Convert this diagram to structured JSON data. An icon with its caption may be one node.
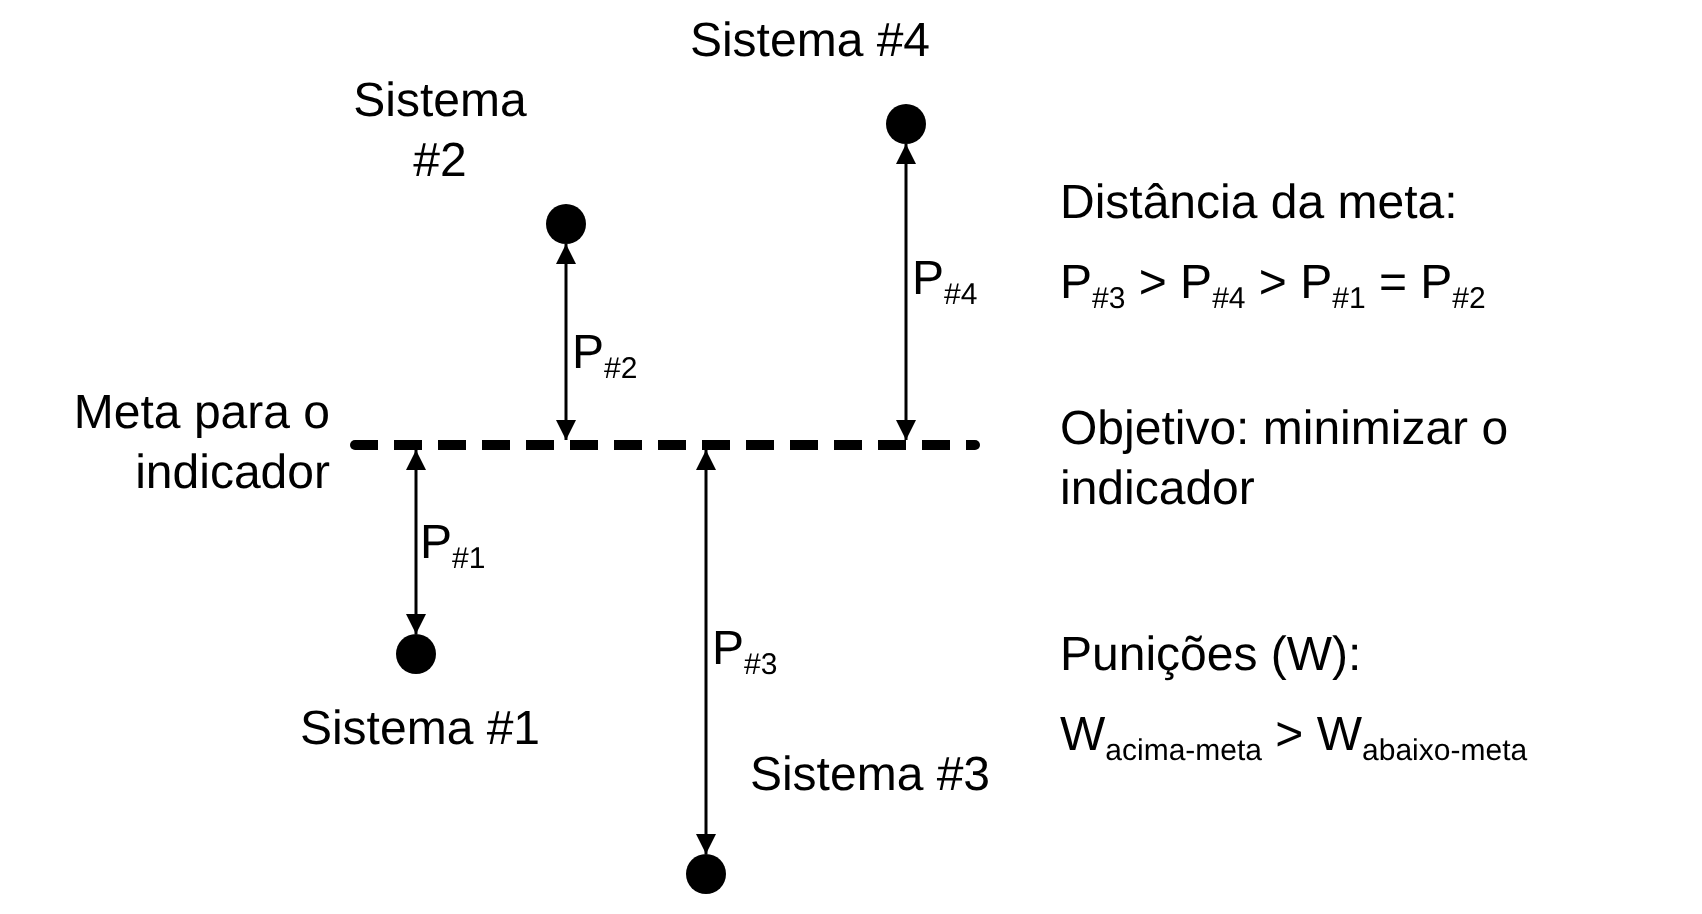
{
  "diagram": {
    "nodes": [
      {
        "text": [],
        "shape": "bar",
        "beside": [
          "Meta para o indicador"
        ]
      },
      {
        "text": [],
        "shape": "circle",
        "beside": [
          "Sistema #1"
        ]
      },
      {
        "text": [],
        "shape": "circle",
        "beside": [
          "Sistema #2"
        ]
      },
      {
        "text": [],
        "shape": "circle",
        "beside": [
          "Sistema #3"
        ]
      },
      {
        "text": [],
        "shape": "circle",
        "beside": [
          "Sistema #4"
        ]
      }
    ],
    "edges": [
      {
        "from": 0,
        "to": 1,
        "arrow": "both",
        "label": "P$_{#1}$"
      },
      {
        "from": 0,
        "to": 2,
        "arrow": "both",
        "label": "P$_{#2}$"
      },
      {
        "from": 0,
        "to": 3,
        "arrow": "both",
        "label": "P$_{#3}$"
      },
      {
        "from": 0,
        "to": 4,
        "arrow": "both",
        "label": "P$_{#4}$"
      }
    ],
    "labels": [
      "Distância da meta:",
      "P$_{#3}$ > P$_{#4}$ > P$_{#1}$ = P$_{#2}$",
      "Objetivo: minimizar o indicador",
      "Punições (W):",
      "W$_{acima-meta}$ > W$_{abaixo-meta}$"
    ]
  }
}
